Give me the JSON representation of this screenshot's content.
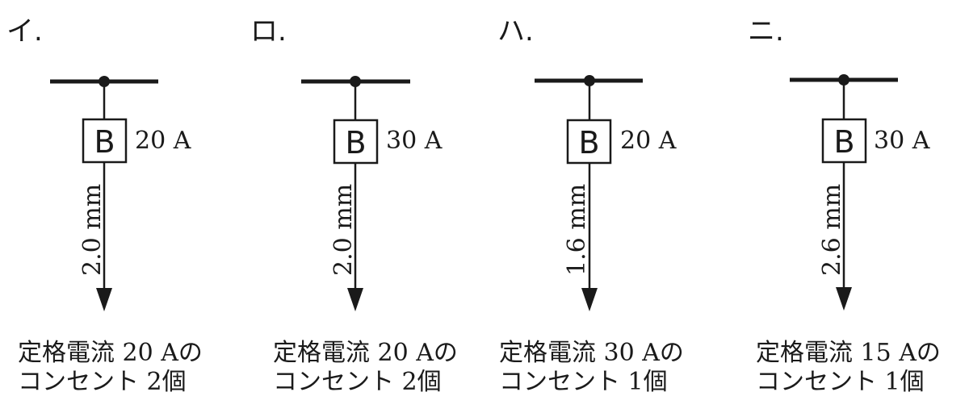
{
  "options": [
    {
      "marker": "イ.",
      "breaker_symbol": "B",
      "breaker_rating": "20 A",
      "wire_size": "2.0 mm",
      "caption_line1": "定格電流 20 Aの",
      "caption_line2": "コンセント 2個"
    },
    {
      "marker": "ロ.",
      "breaker_symbol": "B",
      "breaker_rating": "30 A",
      "wire_size": "2.0 mm",
      "caption_line1": "定格電流 20 Aの",
      "caption_line2": "コンセント 2個"
    },
    {
      "marker": "ハ.",
      "breaker_symbol": "B",
      "breaker_rating": "20 A",
      "wire_size": "1.6 mm",
      "caption_line1": "定格電流 30 Aの",
      "caption_line2": "コンセント 1個"
    },
    {
      "marker": "ニ.",
      "breaker_symbol": "B",
      "breaker_rating": "30 A",
      "wire_size": "2.6 mm",
      "caption_line1": "定格電流 15 Aの",
      "caption_line2": "コンセント 1個"
    }
  ]
}
